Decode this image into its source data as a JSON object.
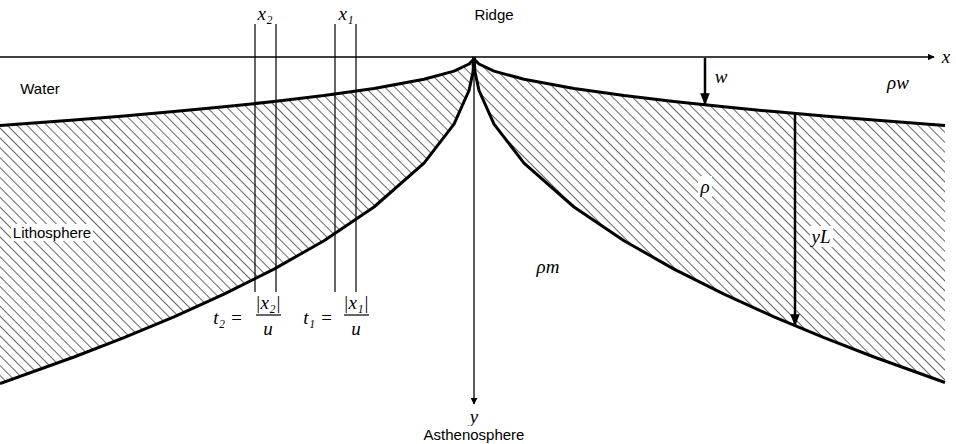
{
  "diagram": {
    "labels": [
      "Ridge",
      "x₂",
      "x₁",
      "x",
      "w",
      "ρw",
      "Water",
      "Lithosphere",
      "ρ",
      "yL",
      "ρm",
      "t₂ =",
      "|x₂|",
      "u",
      "t₁ =",
      "|x₁|",
      "u",
      "y",
      "Asthenosphere"
    ]
  }
}
